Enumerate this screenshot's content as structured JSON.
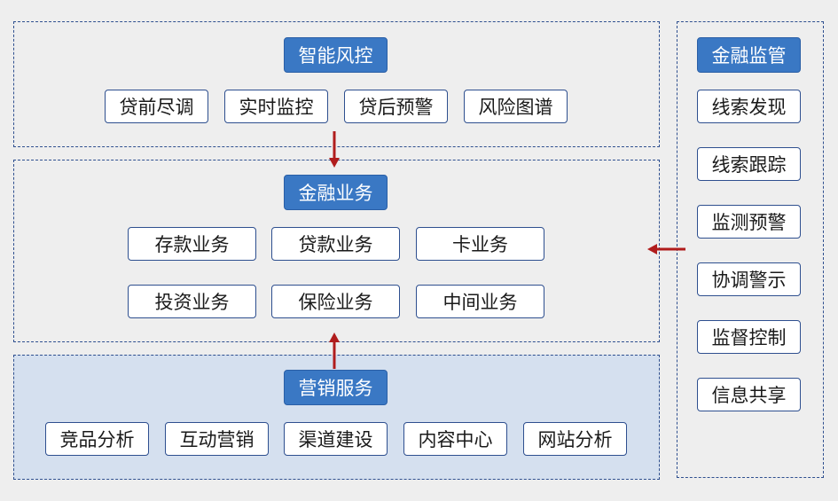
{
  "colors": {
    "title_bg": "#3a78c4",
    "arrow": "#b01c1c",
    "border": "#2e4f8f",
    "marketing_bg": "#d5e0ef"
  },
  "risk": {
    "title": "智能风控",
    "items": [
      "贷前尽调",
      "实时监控",
      "贷后预警",
      "风险图谱"
    ]
  },
  "business": {
    "title": "金融业务",
    "items": [
      "存款业务",
      "贷款业务",
      "卡业务",
      "投资业务",
      "保险业务",
      "中间业务"
    ]
  },
  "marketing": {
    "title": "营销服务",
    "items": [
      "竞品分析",
      "互动营销",
      "渠道建设",
      "内容中心",
      "网站分析"
    ]
  },
  "supervision": {
    "title": "金融监管",
    "items": [
      "线索发现",
      "线索跟踪",
      "监测预警",
      "协调警示",
      "监督控制",
      "信息共享"
    ]
  }
}
